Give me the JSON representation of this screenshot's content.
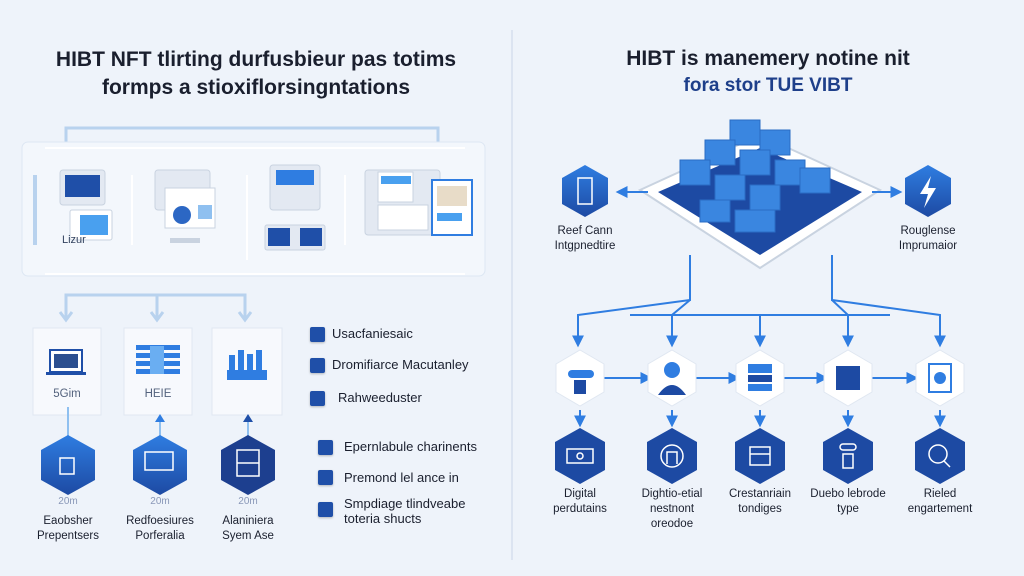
{
  "left": {
    "title_line1": "HIBT NFT tlirting durfusbieur pas totims",
    "title_line2": "formps a stioxiflorsingntations",
    "panel_caption": "Lizur",
    "cards": [
      {
        "label": "5Gim",
        "caption": "20m",
        "hex_label_1": "Eaobsher",
        "hex_label_2": "Prepentsers",
        "icon": "laptop-icon",
        "hex_icon": "hand-touch-icon"
      },
      {
        "label": "HEIE",
        "caption": "20m",
        "hex_label_1": "Redfoesiures",
        "hex_label_2": "Porferalia",
        "icon": "stacked-documents-icon",
        "hex_icon": "monitor-user-icon"
      },
      {
        "label": "",
        "caption": "20m",
        "hex_label_1": "Alaniniera",
        "hex_label_2": "Syem Ase",
        "icon": "factory-icon",
        "hex_icon": "blueprint-icon"
      }
    ],
    "bullets_top": [
      "Usacfaniesaic",
      "Dromifiarce Macutanley",
      "Rahweeduster"
    ],
    "bullets_bottom": [
      "Epernlabule charinents",
      "Premond lel ance in",
      "Smpdiage tlindveabe",
      "toteria shucts"
    ]
  },
  "right": {
    "title_line1": "HIBT is manemery notine nit",
    "title_line2": "fora stor TUE VIBT",
    "side_left": {
      "line1": "Reef Cann",
      "line2": "Intgpnedtire",
      "icon": "server-icon"
    },
    "side_right": {
      "line1": "Rouglense",
      "line2": "Imprumaior",
      "icon": "lightning-icon"
    },
    "nodes": [
      {
        "top_icon": "robot-icon",
        "bottom_icon": "card-icon",
        "label": [
          "Digital",
          "perdutains"
        ]
      },
      {
        "top_icon": "user-icon",
        "bottom_icon": "brain-icon",
        "label": [
          "Dightio-etial",
          "nestnont",
          "oreodoe"
        ]
      },
      {
        "top_icon": "layers-icon",
        "bottom_icon": "box-icon",
        "label": [
          "Crestanriain",
          "tondiges"
        ]
      },
      {
        "top_icon": "cube-icon",
        "bottom_icon": "device-icon",
        "label": [
          "Duebo lebrode",
          "type"
        ]
      },
      {
        "top_icon": "document-icon",
        "bottom_icon": "search-icon",
        "label": [
          "Rieled",
          "engartement"
        ]
      }
    ]
  },
  "colors": {
    "accent": "#2f7de1",
    "dark_blue": "#1f4fa8",
    "background": "#eef3fa"
  }
}
